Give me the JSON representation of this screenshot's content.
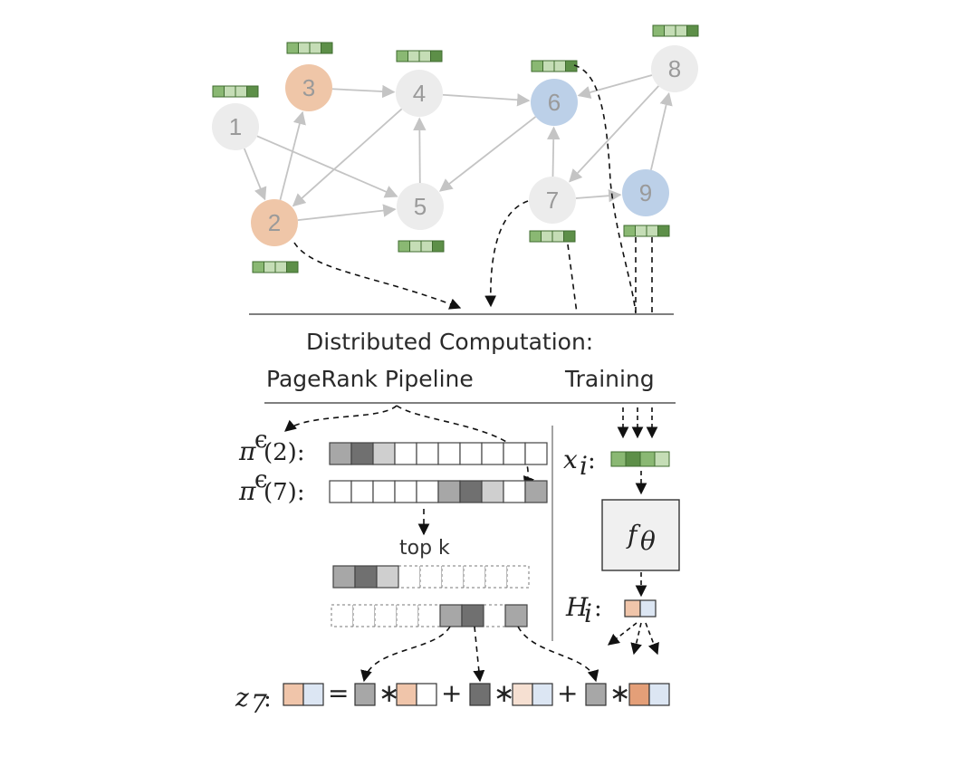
{
  "nodes": [
    {
      "id": "1",
      "label": "1",
      "kind": "plain"
    },
    {
      "id": "2",
      "label": "2",
      "kind": "orange"
    },
    {
      "id": "3",
      "label": "3",
      "kind": "orange"
    },
    {
      "id": "4",
      "label": "4",
      "kind": "plain"
    },
    {
      "id": "5",
      "label": "5",
      "kind": "plain"
    },
    {
      "id": "6",
      "label": "6",
      "kind": "blue"
    },
    {
      "id": "7",
      "label": "7",
      "kind": "plain"
    },
    {
      "id": "8",
      "label": "8",
      "kind": "plain"
    },
    {
      "id": "9",
      "label": "9",
      "kind": "blue"
    }
  ],
  "edges": [
    [
      "1",
      "2"
    ],
    [
      "1",
      "5"
    ],
    [
      "2",
      "3"
    ],
    [
      "2",
      "5"
    ],
    [
      "3",
      "4"
    ],
    [
      "4",
      "2"
    ],
    [
      "4",
      "6"
    ],
    [
      "5",
      "4"
    ],
    [
      "6",
      "5"
    ],
    [
      "7",
      "6"
    ],
    [
      "7",
      "9"
    ],
    [
      "8",
      "6"
    ],
    [
      "8",
      "7"
    ],
    [
      "9",
      "8"
    ]
  ],
  "colors": {
    "node_plain": "#ececec",
    "node_orange": "#efc6a8",
    "node_blue": "#bcd0e8",
    "edge": "#c4c4c4",
    "feat_dark": "#5d8f48",
    "feat_mid": "#8ab873",
    "feat_light": "#c5ddb6",
    "gray_dark": "#707070",
    "gray_mid": "#a7a7a7",
    "gray_light": "#cfcfcf",
    "out_orange": "#f0c5aa",
    "out_orange_dark": "#e49f78",
    "out_orange_light": "#f6e0d2",
    "out_blue": "#dce6f3"
  },
  "headings": {
    "distributed": "Distributed Computation:",
    "pagerank": "PageRank Pipeline",
    "training": "Training"
  },
  "math": {
    "pi": "π",
    "eps": "ϵ",
    "arg2": "(2):",
    "arg7": "(7):",
    "topk": "top k",
    "x": "x",
    "x_sub": "i",
    "f": "f",
    "f_sub": "θ",
    "H": "H",
    "H_sub": "i",
    "z": "z",
    "z_sub": "7",
    "colon": ":",
    "equals": "=",
    "times": "∗",
    "plus": "+"
  },
  "vectors": {
    "pi2": [
      "mid",
      "dark",
      "light",
      "white",
      "white",
      "white",
      "white",
      "white",
      "white",
      "white"
    ],
    "pi7": [
      "white",
      "white",
      "white",
      "white",
      "white",
      "mid",
      "dark",
      "light",
      "white",
      "mid"
    ],
    "topk_row1": [
      "mid",
      "dark",
      "light"
    ],
    "topk_row2": [
      "mid",
      "dark",
      "white",
      "mid"
    ]
  }
}
